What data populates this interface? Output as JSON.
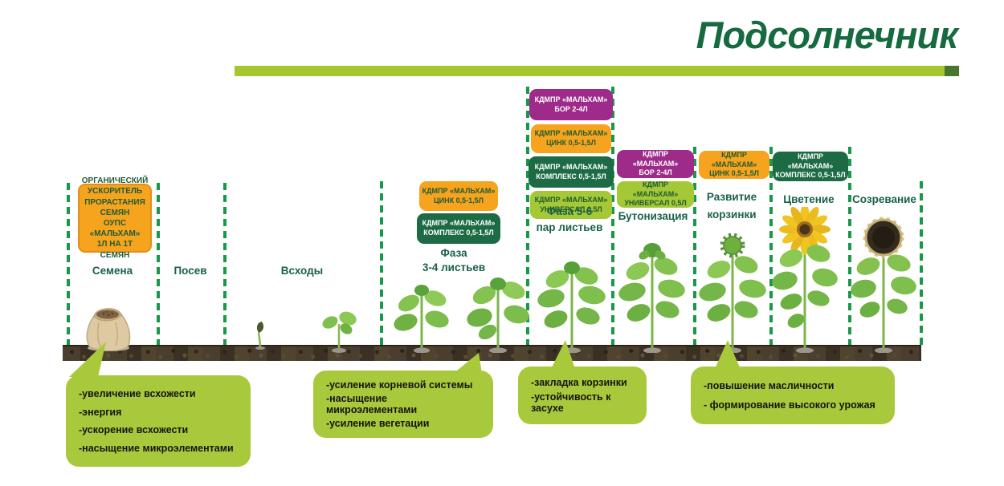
{
  "title": "Подсолнечник",
  "colors": {
    "title_green": "#156a40",
    "underline_bar": "#a7c52f",
    "dashed_line": "#169a47",
    "product_orange": "#f6a31e",
    "product_purple": "#9e2b8a",
    "product_dark_green": "#1d6b45",
    "product_light_green": "#a5c836",
    "callout_bg": "#a9c93c",
    "soil_brown": "#453a2c"
  },
  "stages": [
    {
      "label_lines": [
        "Семена"
      ],
      "icon": "seed-bag-image",
      "products": [
        {
          "color": "orange",
          "lines": [
            "ОРГАНИЧЕСКИЙ",
            "УСКОРИТЕЛЬ",
            "ПРОРАСТАНИЯ",
            "СЕМЯН",
            "ОУПС «МАЛЬХАМ»",
            "1Л НА 1Т СЕМЯН"
          ]
        }
      ]
    },
    {
      "label_lines": [
        "Посев"
      ],
      "icon": "empty-field",
      "products": []
    },
    {
      "label_lines": [
        "Всходы"
      ],
      "icon": "sprout-image",
      "products": []
    },
    {
      "label_lines": [
        "Фаза",
        "3-4 листьев"
      ],
      "icon": "young-plant-image",
      "products": [
        {
          "color": "orange",
          "lines": [
            "КДМПР «МАЛЬХАМ»",
            "ЦИНК 0,5-1,5Л"
          ]
        },
        {
          "color": "dgreen",
          "lines": [
            "КДМПР «МАЛЬХАМ»",
            "КОМПЛЕКС 0,5-1,5Л"
          ]
        }
      ]
    },
    {
      "label_lines": [
        "Фаза 5-6",
        "пар листьев"
      ],
      "icon": "leafy-plant-image",
      "products": [
        {
          "color": "purple",
          "lines": [
            "КДМПР «МАЛЬХАМ»",
            "БОР 2-4Л"
          ]
        },
        {
          "color": "orange",
          "lines": [
            "КДМПР «МАЛЬХАМ»",
            "ЦИНК 0,5-1,5Л"
          ]
        },
        {
          "color": "dgreen",
          "lines": [
            "КДМПР «МАЛЬХАМ»",
            "КОМПЛЕКС 0,5-1,5Л"
          ]
        },
        {
          "color": "lgreen",
          "lines": [
            "КДМПР «МАЛЬХАМ»",
            "УНИВЕРСАЛ 0,5Л"
          ]
        }
      ]
    },
    {
      "label_lines": [
        "Бутонизация"
      ],
      "icon": "budding-plant-image",
      "products": [
        {
          "color": "purple",
          "lines": [
            "КДМПР «МАЛЬХАМ»",
            "БОР 2-4Л"
          ]
        },
        {
          "color": "lgreen",
          "lines": [
            "КДМПР «МАЛЬХАМ»",
            "УНИВЕРСАЛ 0,5Л"
          ]
        }
      ]
    },
    {
      "label_lines": [
        "Развитие",
        "корзинки"
      ],
      "icon": "head-development-plant-image",
      "products": [
        {
          "color": "orange",
          "lines": [
            "КДМПР «МАЛЬХАМ»",
            "ЦИНК 0,5-1,5Л"
          ]
        }
      ]
    },
    {
      "label_lines": [
        "Цветение"
      ],
      "icon": "flowering-sunflower-image",
      "products": [
        {
          "color": "dgreen",
          "lines": [
            "КДМПР «МАЛЬХАМ»",
            "КОМПЛЕКС 0,5-1,5Л"
          ]
        }
      ]
    },
    {
      "label_lines": [
        "Созревание"
      ],
      "icon": "ripening-sunflower-image",
      "products": []
    }
  ],
  "callouts": [
    {
      "items": [
        "-увеличение всхожести",
        "-энергия",
        "-ускорение всхожести",
        "-насыщение микроэлементами"
      ]
    },
    {
      "items": [
        "-усиление корневой системы",
        "-насыщение микроэлементами",
        "-усиление вегетации"
      ]
    },
    {
      "items": [
        "-закладка корзинки",
        "-устойчивость к засухе"
      ]
    },
    {
      "items": [
        "-повышение масличности",
        "- формирование высокого урожая"
      ]
    }
  ]
}
